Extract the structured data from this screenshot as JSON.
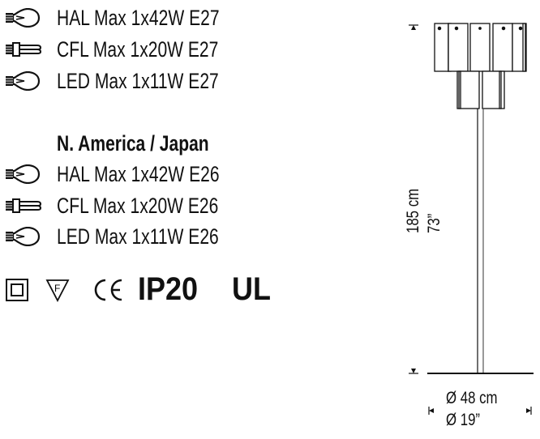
{
  "lamps_eu": [
    {
      "type": "halogen",
      "icon": "bulb-icon",
      "label": "HAL Max 1x42W E27"
    },
    {
      "type": "cfl",
      "icon": "cfl-bulb-icon",
      "label": "CFL Max 1x20W E27"
    },
    {
      "type": "led",
      "icon": "bulb-icon",
      "label": "LED Max 1x11W E27"
    }
  ],
  "na_heading": "N. America / Japan",
  "lamps_na": [
    {
      "type": "halogen",
      "icon": "bulb-icon",
      "label": "HAL  Max 1x42W E26"
    },
    {
      "type": "cfl",
      "icon": "cfl-bulb-icon",
      "label": "CFL Max 1x20W E26"
    },
    {
      "type": "led",
      "icon": "bulb-icon",
      "label": "LED Max 1x11W E26"
    }
  ],
  "certifications": {
    "class2": "class-ii-icon",
    "f_mark": "F",
    "ce": "CE",
    "ip": "IP20",
    "ul": "UL"
  },
  "dimensions": {
    "height_cm": "185 cm",
    "height_in": "73”",
    "diameter_cm": "Ø 48 cm",
    "diameter_in": "Ø 19”"
  }
}
